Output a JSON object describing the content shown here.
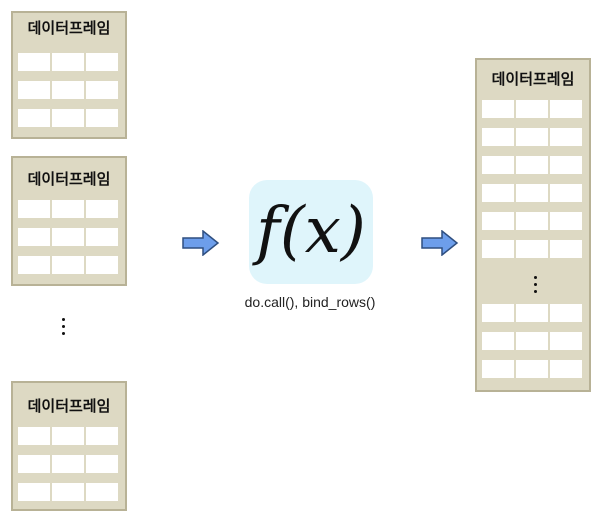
{
  "frames": {
    "input_1": {
      "title": "데이터프레임"
    },
    "input_2": {
      "title": "데이터프레임"
    },
    "input_3": {
      "title": "데이터프레임"
    },
    "output": {
      "title": "데이터프레임"
    }
  },
  "function": {
    "symbol": "f(x)",
    "caption": "do.call(), bind_rows()"
  },
  "colors": {
    "frame_fill": "#ddd9c3",
    "frame_border": "#b8b296",
    "function_bg": "#dff5fb",
    "arrow_fill": "#6d9eeb",
    "arrow_stroke": "#2f4f80"
  }
}
